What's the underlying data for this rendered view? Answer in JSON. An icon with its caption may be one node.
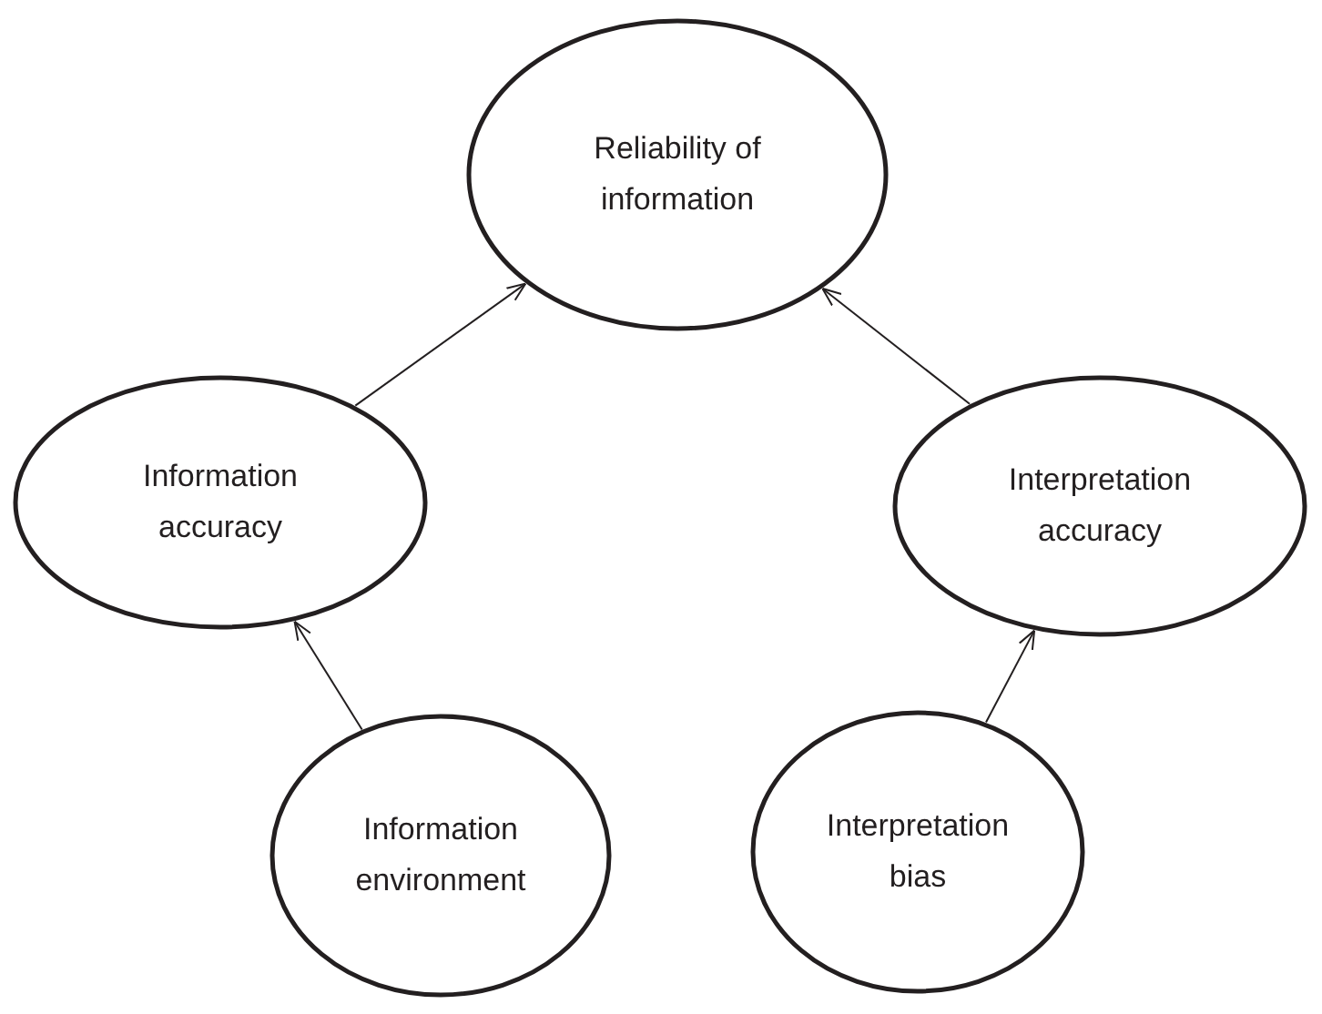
{
  "diagram": {
    "nodes": [
      {
        "text": [
          "Reliability of information"
        ]
      },
      {
        "text": [
          "Information accuracy"
        ]
      },
      {
        "text": [
          "Interpretation accuracy"
        ]
      },
      {
        "text": [
          "Information environment"
        ]
      },
      {
        "text": [
          "Interpretation bias"
        ]
      }
    ],
    "edges": [
      {
        "from": 1,
        "to": 0,
        "arrow": "to"
      },
      {
        "from": 2,
        "to": 0,
        "arrow": "to"
      },
      {
        "from": 3,
        "to": 1,
        "arrow": "to"
      },
      {
        "from": 4,
        "to": 2,
        "arrow": "to"
      }
    ]
  }
}
